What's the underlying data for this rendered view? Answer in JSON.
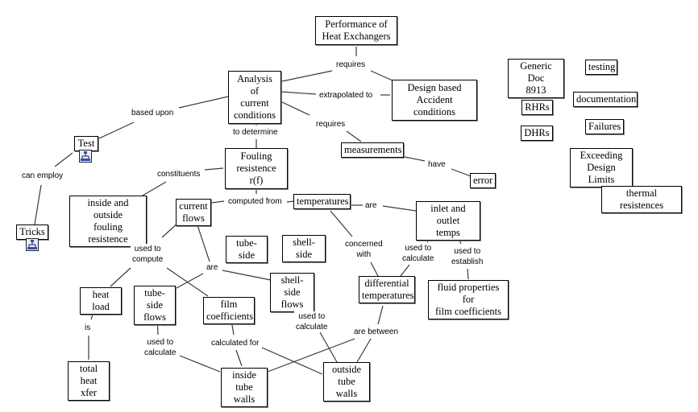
{
  "map": {
    "nodes": {
      "performance": "Performance of\nHeat Exchangers",
      "analysis": "Analysis of\ncurrent\nconditions",
      "design_based": "Design based\nAccident conditions",
      "test": "Test",
      "tricks": "Tricks",
      "fouling": "Fouling\nresistence r(f)",
      "measurements": "measurements",
      "error": "error",
      "inside_outside_fouling": "inside and outside\nfouling\nresistence",
      "current_flows": "current\nflows",
      "temperatures": "temperatures",
      "inlet_outlet": "inlet and outlet\ntemps",
      "tube_side": "tube-side",
      "shell_side": "shell-side",
      "heat_load": "heat load",
      "tube_side_flows": "tube-side\nflows",
      "film_coefficients": "film\ncoefficients",
      "shell_side_flows": "shell-side\nflows",
      "differential_temps": "differential\ntemperatures",
      "fluid_properties": "fluid properties for\nfilm  coefficients",
      "total_heat_xfer": "total\nheat xfer",
      "inside_tube_walls": "inside\ntube walls",
      "outside_tube_walls": "outside\ntube walls",
      "generic_doc": "Generic Doc\n8913",
      "testing": "testing",
      "documentation": "documentation",
      "rhrs": "RHRs",
      "dhrs": "DHRs",
      "failures": "Failures",
      "exceeding": "Exceeding\nDesign Limits",
      "thermal_resistences": "thermal resistences"
    },
    "links": {
      "requires_top": "requires",
      "extrapolated_to": "extrapolated to",
      "based_upon": "based upon",
      "to_determine": "to determine",
      "requires_mid": "requires",
      "can_employ": "can employ",
      "constituents": "constituents",
      "have": "have",
      "computed_from": "computed from",
      "are_temps": "are",
      "concerned_with": "concerned\nwith",
      "used_to_calculate_inlet": "used to\ncalculate",
      "used_to_establish": "used to\nestablish",
      "used_to_compute": "used to\ncompute",
      "are_flows": "are",
      "is": "is",
      "used_to_calculate_tube": "used to\ncalculate",
      "calculated_for": "calculated for",
      "used_to_calculate_shell": "used to\ncalculate",
      "are_between": "are between"
    },
    "icons": {
      "test_submap": "concept-map-icon",
      "tricks_submap": "concept-map-icon"
    }
  }
}
